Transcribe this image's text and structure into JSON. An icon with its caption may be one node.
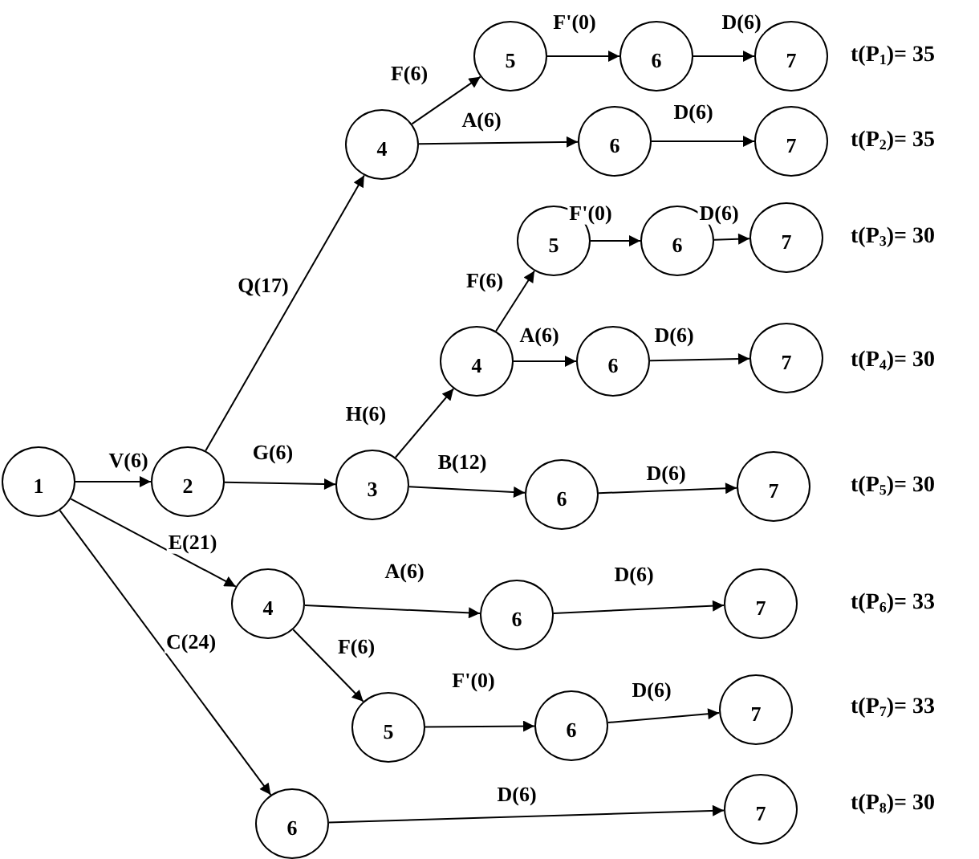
{
  "diagram": {
    "nodes": [
      {
        "text": [
          "1"
        ]
      },
      {
        "text": [
          "2"
        ]
      },
      {
        "text": [
          "4"
        ]
      },
      {
        "text": [
          "5"
        ]
      },
      {
        "text": [
          "6"
        ]
      },
      {
        "text": [
          "7"
        ]
      },
      {
        "text": [
          "6"
        ]
      },
      {
        "text": [
          "7"
        ]
      },
      {
        "text": [
          "5"
        ]
      },
      {
        "text": [
          "6"
        ]
      },
      {
        "text": [
          "7"
        ]
      },
      {
        "text": [
          "3"
        ]
      },
      {
        "text": [
          "4"
        ]
      },
      {
        "text": [
          "6"
        ]
      },
      {
        "text": [
          "7"
        ]
      },
      {
        "text": [
          "6"
        ]
      },
      {
        "text": [
          "7"
        ]
      },
      {
        "text": [
          "4"
        ]
      },
      {
        "text": [
          "6"
        ]
      },
      {
        "text": [
          "7"
        ]
      },
      {
        "text": [
          "5"
        ]
      },
      {
        "text": [
          "6"
        ]
      },
      {
        "text": [
          "7"
        ]
      },
      {
        "text": [
          "6"
        ]
      },
      {
        "text": [
          "7"
        ]
      }
    ],
    "edges": [
      {
        "from": 0,
        "to": 1,
        "arrow": "to",
        "label": "V(6)"
      },
      {
        "from": 1,
        "to": 2,
        "arrow": "to",
        "label": "Q(17)"
      },
      {
        "from": 2,
        "to": 3,
        "arrow": "to",
        "label": "F(6)"
      },
      {
        "from": 3,
        "to": 4,
        "arrow": "to",
        "label": "F'(0)"
      },
      {
        "from": 4,
        "to": 5,
        "arrow": "to",
        "label": "D(6)"
      },
      {
        "from": 2,
        "to": 6,
        "arrow": "to",
        "label": "A(6)"
      },
      {
        "from": 6,
        "to": 7,
        "arrow": "to",
        "label": "D(6)"
      },
      {
        "from": 1,
        "to": 11,
        "arrow": "to",
        "label": "G(6)"
      },
      {
        "from": 11,
        "to": 12,
        "arrow": "to",
        "label": "H(6)"
      },
      {
        "from": 12,
        "to": 8,
        "arrow": "to",
        "label": "F(6)"
      },
      {
        "from": 8,
        "to": 9,
        "arrow": "to",
        "label": "F'(0)"
      },
      {
        "from": 9,
        "to": 10,
        "arrow": "to",
        "label": "D(6)"
      },
      {
        "from": 12,
        "to": 13,
        "arrow": "to",
        "label": "A(6)"
      },
      {
        "from": 13,
        "to": 14,
        "arrow": "to",
        "label": "D(6)"
      },
      {
        "from": 11,
        "to": 15,
        "arrow": "to",
        "label": "B(12)"
      },
      {
        "from": 15,
        "to": 16,
        "arrow": "to",
        "label": "D(6)"
      },
      {
        "from": 0,
        "to": 17,
        "arrow": "to",
        "label": "E(21)"
      },
      {
        "from": 17,
        "to": 18,
        "arrow": "to",
        "label": "A(6)"
      },
      {
        "from": 18,
        "to": 19,
        "arrow": "to",
        "label": "D(6)"
      },
      {
        "from": 17,
        "to": 20,
        "arrow": "to",
        "label": "F(6)"
      },
      {
        "from": 20,
        "to": 21,
        "arrow": "to",
        "label": "F'(0)"
      },
      {
        "from": 21,
        "to": 22,
        "arrow": "to",
        "label": "D(6)"
      },
      {
        "from": 0,
        "to": 23,
        "arrow": "to",
        "label": "C(24)"
      },
      {
        "from": 23,
        "to": 24,
        "arrow": "to",
        "label": "D(6)"
      }
    ],
    "labels": [
      "t(P$_{1}$)= 35",
      "t(P$_{2}$)= 35",
      "t(P$_{3}$)= 30",
      "t(P$_{4}$)= 30",
      "t(P$_{5}$)= 30",
      "t(P$_{6}$)= 33",
      "t(P$_{7}$)= 33",
      "t(P$_{8}$)= 30"
    ]
  }
}
